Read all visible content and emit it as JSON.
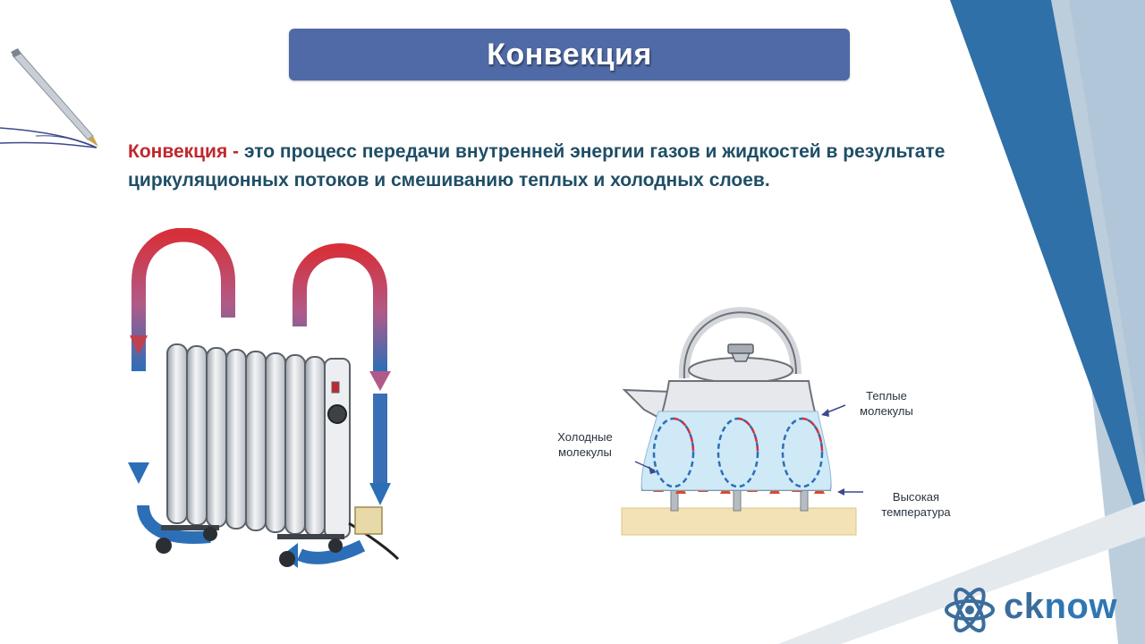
{
  "slide": {
    "title": "Конвекция",
    "definition_term": "Конвекция -",
    "definition_body": " это процесс передачи внутренней энергии газов и жидкостей в результате циркуляционных потоков и смешиванию теплых и холодных слоев."
  },
  "kettle_labels": {
    "warm": "Теплые молекулы",
    "cold": "Холодные молекулы",
    "high_temp": "Высокая температура"
  },
  "logo": {
    "prefix": "ck",
    "suffix": "now"
  },
  "colors": {
    "title_bar": "#4f6aa6",
    "definition_term": "#c0282e",
    "definition_text": "#1f4e66",
    "warm_arrow": "#d6303a",
    "cold_arrow": "#2c6fb7",
    "water": "#cfe9f7",
    "stove": "#f3e2b5"
  },
  "icons": [
    "pen-icon",
    "atom-icon"
  ]
}
